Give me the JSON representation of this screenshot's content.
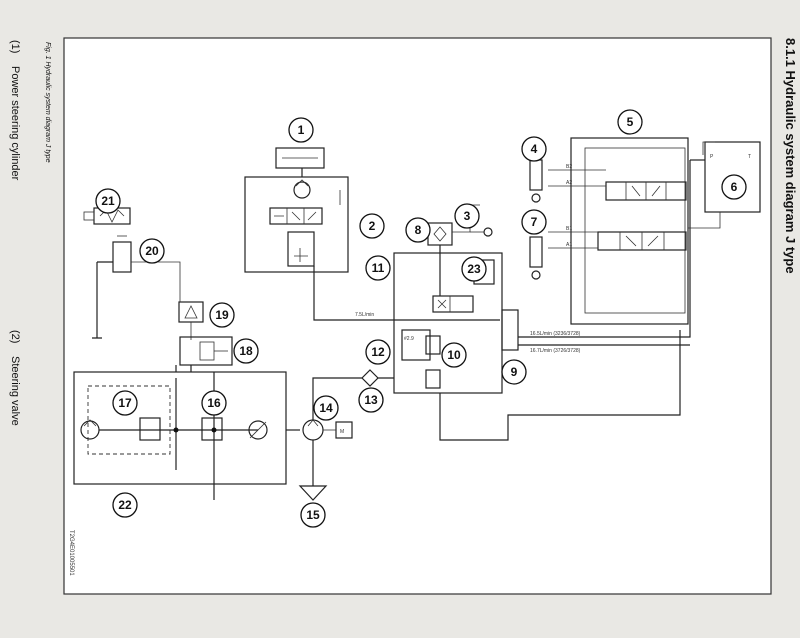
{
  "page": {
    "title": "8.1.1 Hydraulic system diagram J type",
    "figure_caption": "Fig. 1 Hydraulic system diagram J type",
    "image_ref": "T2G4E01005501",
    "legend": [
      {
        "number": "(1)",
        "label": "Power steering cylinder"
      },
      {
        "number": "(2)",
        "label": "Steering valve"
      }
    ]
  },
  "callouts": [
    "1",
    "2",
    "3",
    "4",
    "5",
    "6",
    "7",
    "8",
    "9",
    "10",
    "11",
    "12",
    "13",
    "14",
    "15",
    "16",
    "17",
    "18",
    "19",
    "20",
    "21",
    "22",
    "23"
  ],
  "flow_labels": {
    "main": "7.5L/min",
    "upper": "16.5L/min (3236/3728)",
    "lower": "16.7L/min (3726/3728)",
    "relief": "#2.9"
  },
  "port_labels": {
    "b2": "B2",
    "a2": "A2",
    "b1": "B1",
    "a1": "A1",
    "p": "P",
    "t": "T"
  },
  "motor_label": "M"
}
